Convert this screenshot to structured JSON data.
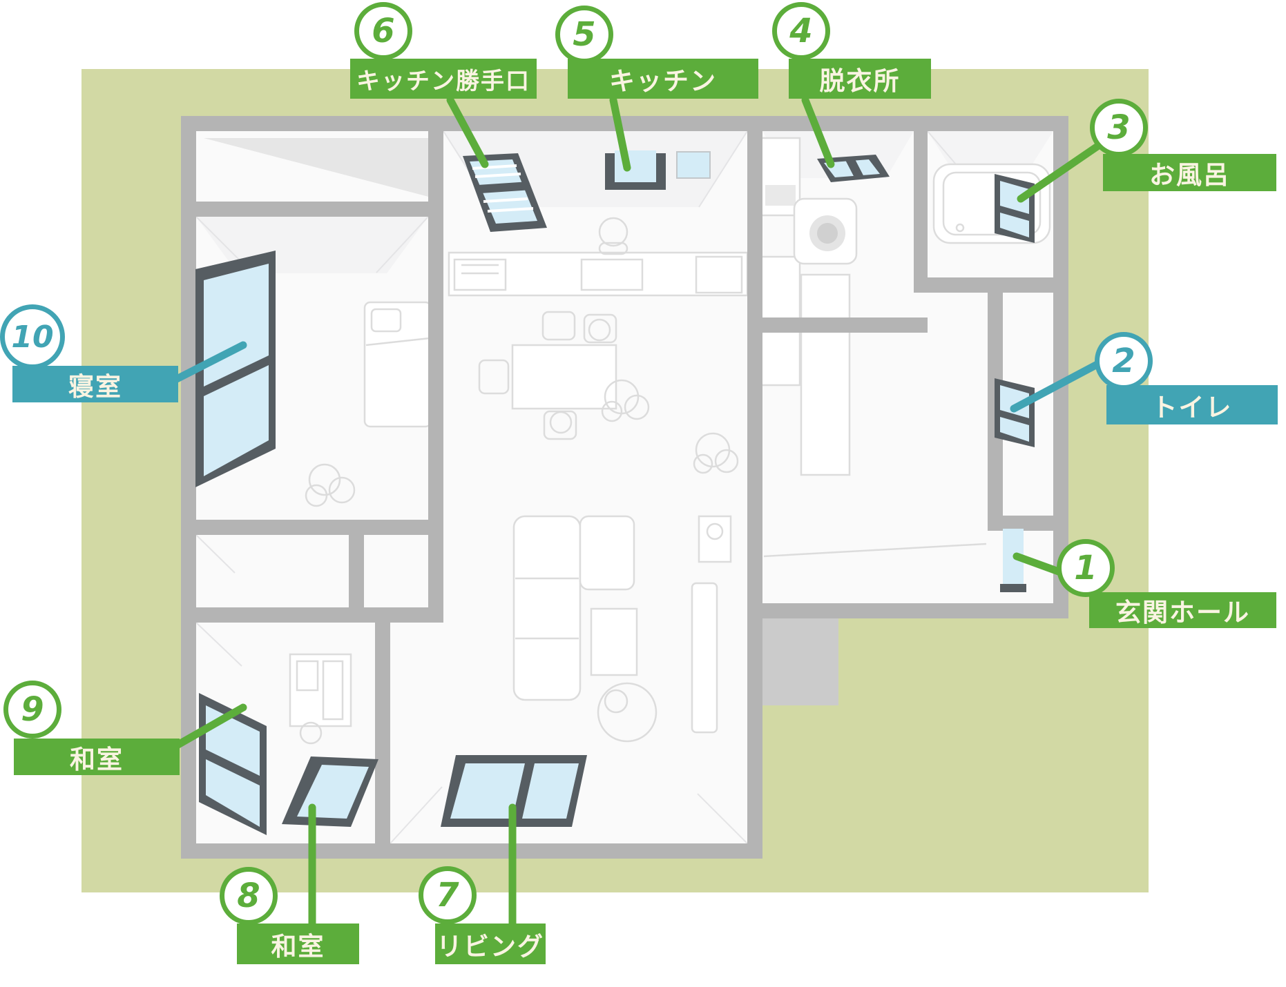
{
  "diagram": {
    "type": "house-floorplan-cutaway",
    "description_visible_text_only": true
  },
  "colors": {
    "lot_green": "#d2d9a4",
    "wall_gray": "#b4b4b4",
    "room_floor": "#fafafa",
    "window_blue": "#d4ecf7",
    "window_frame": "#565d62",
    "accent_green": "#5cad3b",
    "accent_teal": "#41a4b4",
    "label_text_cream": "#faf4e2",
    "patio_gray": "#cbcbcb",
    "furniture_line": "#dcdcdc"
  },
  "labels": [
    {
      "number": "1",
      "name": "玄関ホール",
      "color": "green"
    },
    {
      "number": "2",
      "name": "トイレ",
      "color": "teal"
    },
    {
      "number": "3",
      "name": "お風呂",
      "color": "green"
    },
    {
      "number": "4",
      "name": "脱衣所",
      "color": "green"
    },
    {
      "number": "5",
      "name": "キッチン",
      "color": "green"
    },
    {
      "number": "6",
      "name": "キッチン勝手口",
      "color": "green"
    },
    {
      "number": "7",
      "name": "リビング",
      "color": "green"
    },
    {
      "number": "8",
      "name": "和室",
      "color": "green"
    },
    {
      "number": "9",
      "name": "和室",
      "color": "green"
    },
    {
      "number": "10",
      "name": "寝室",
      "color": "teal"
    }
  ]
}
